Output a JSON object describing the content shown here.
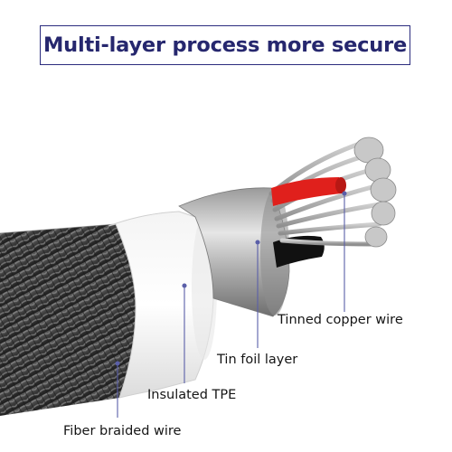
{
  "heading": {
    "text": "Multi-layer process more secure"
  },
  "callouts": [
    {
      "id": "tinned-copper-wire",
      "text": "Tinned copper wire"
    },
    {
      "id": "tin-foil-layer",
      "text": "Tin foil layer"
    },
    {
      "id": "insulated-tpe",
      "text": "Insulated TPE"
    },
    {
      "id": "fiber-braided-wire",
      "text": "Fiber braided wire"
    }
  ],
  "colors": {
    "title_text": "#26276e",
    "title_border": "#2b2c7e",
    "leader_line": "#5a5fa8",
    "red_wire": "#e0201c",
    "braid_dark": "#2e2e2e"
  }
}
